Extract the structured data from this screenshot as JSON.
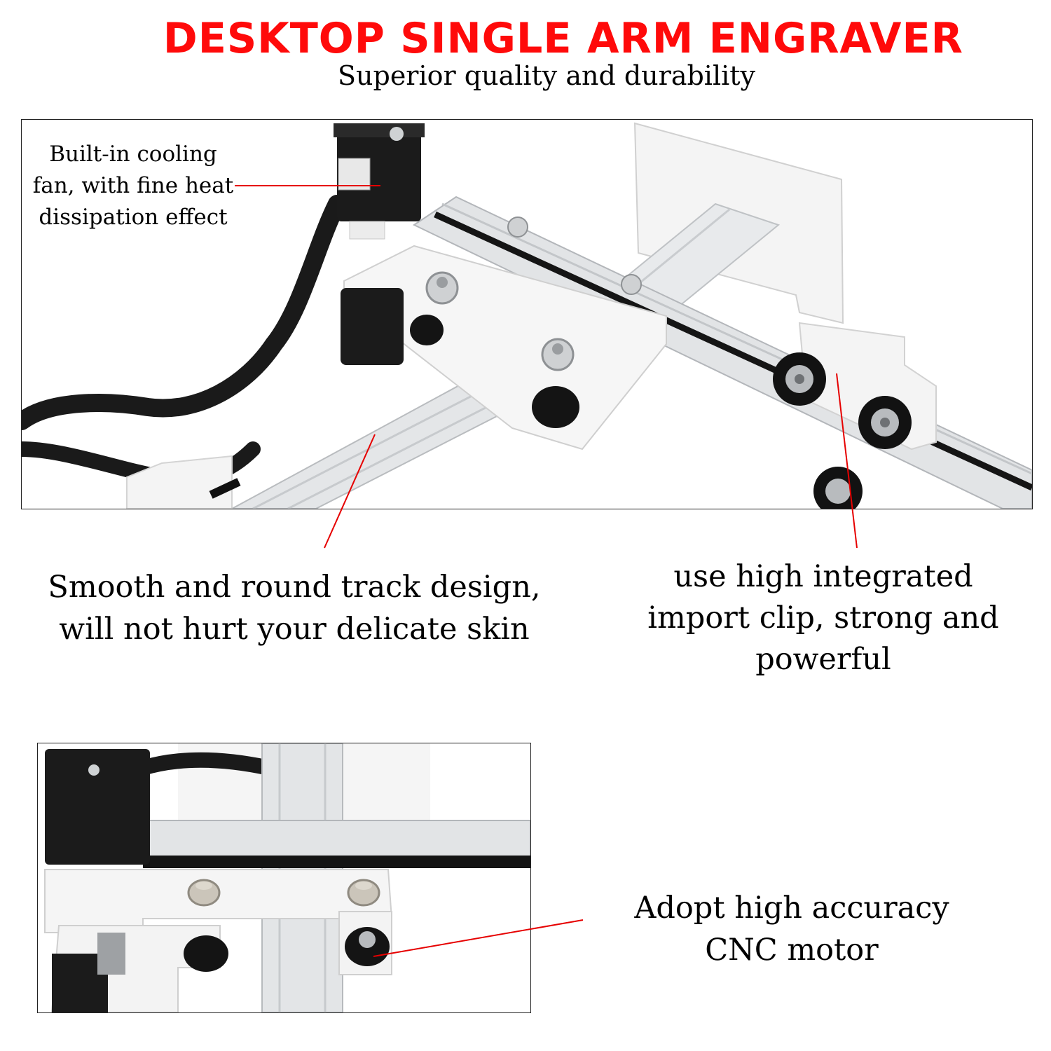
{
  "header": {
    "title": "DESKTOP SINGLE ARM ENGRAVER",
    "subtitle": "Superior quality and durability"
  },
  "callouts": {
    "fan": "Built-in cooling fan, with fine heat dissipation effect",
    "track": "Smooth and round track design, will not hurt your delicate skin",
    "clip": "use high integrated import clip, strong and powerful",
    "motor": "Adopt high accuracy CNC motor"
  },
  "colors": {
    "title": "#ff0a0a",
    "leader_line": "#e60000",
    "text": "#000000",
    "frame": "#222222"
  },
  "images": {
    "top": "engraver-top-view-photo",
    "bottom": "engraver-motor-closeup-photo"
  }
}
